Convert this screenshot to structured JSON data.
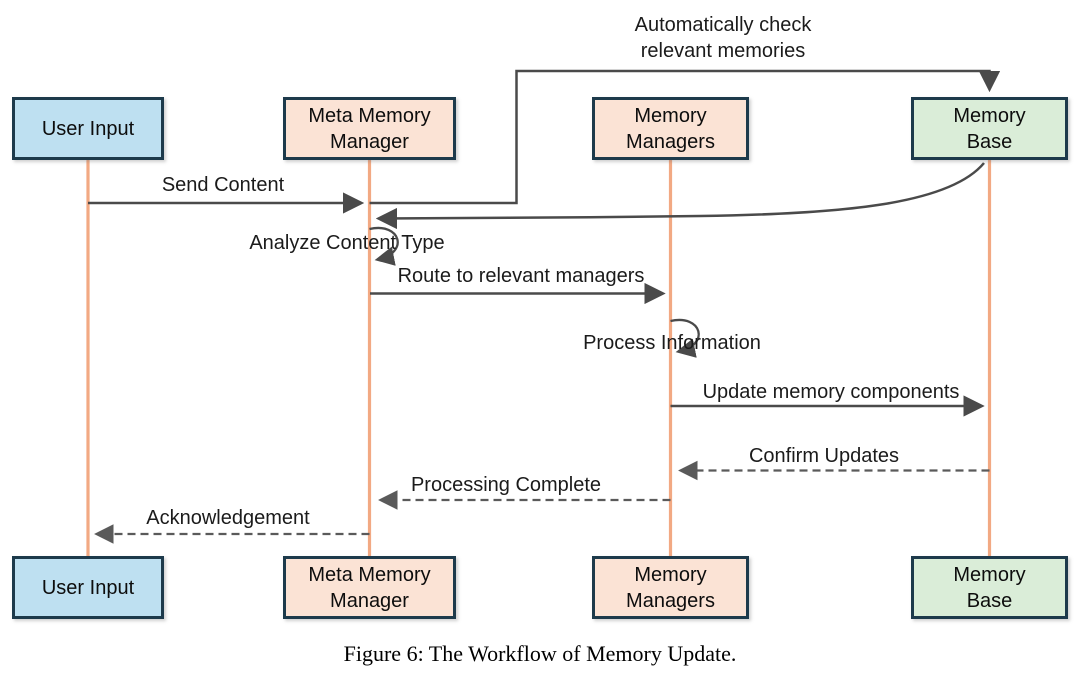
{
  "figure": {
    "caption": "Figure 6: The Workflow of Memory Update."
  },
  "diagram": {
    "type": "sequence-diagram",
    "actors": [
      {
        "id": "user-input",
        "lines": [
          "User Input"
        ],
        "fill": "#BEE0F1"
      },
      {
        "id": "meta-memory-manager",
        "lines": [
          "Meta Memory",
          "Manager"
        ],
        "fill": "#FBE3D5"
      },
      {
        "id": "memory-managers",
        "lines": [
          "Memory",
          "Managers"
        ],
        "fill": "#FBE3D5"
      },
      {
        "id": "memory-base",
        "lines": [
          "Memory",
          "Base"
        ],
        "fill": "#DAEDD8"
      }
    ],
    "messages": [
      {
        "id": "auto-check",
        "lines": [
          "Automatically check",
          "relevant memories"
        ],
        "from": "Meta Memory Manager",
        "to": "Memory Base",
        "style": "solid-elbow"
      },
      {
        "id": "send-content",
        "label": "Send Content",
        "from": "User Input",
        "to": "Meta Memory Manager",
        "style": "solid"
      },
      {
        "id": "memory-return",
        "from": "Memory Base",
        "to": "Meta Memory Manager",
        "style": "solid-curve"
      },
      {
        "id": "analyze-content",
        "label": "Analyze Content Type",
        "from": "Meta Memory Manager",
        "to": "Meta Memory Manager",
        "style": "self-loop"
      },
      {
        "id": "route-managers",
        "label": "Route to relevant managers",
        "from": "Meta Memory Manager",
        "to": "Memory Managers",
        "style": "solid"
      },
      {
        "id": "process-information",
        "label": "Process Information",
        "from": "Memory Managers",
        "to": "Memory Managers",
        "style": "self-loop"
      },
      {
        "id": "update-components",
        "label": "Update memory components",
        "from": "Memory Managers",
        "to": "Memory Base",
        "style": "solid"
      },
      {
        "id": "confirm-updates",
        "label": "Confirm Updates",
        "from": "Memory Base",
        "to": "Memory Managers",
        "style": "dashed"
      },
      {
        "id": "processing-complete",
        "label": "Processing Complete",
        "from": "Memory Managers",
        "to": "Meta Memory Manager",
        "style": "dashed"
      },
      {
        "id": "acknowledgement",
        "label": "Acknowledgement",
        "from": "Meta Memory Manager",
        "to": "User Input",
        "style": "dashed"
      }
    ],
    "colors": {
      "actor_border": "#1d3a4b",
      "lifeline": "#F2A983",
      "solid_arrow": "#4a4a4a",
      "dashed_arrow": "#5a5a5a",
      "text": "#1b1b1b"
    }
  }
}
